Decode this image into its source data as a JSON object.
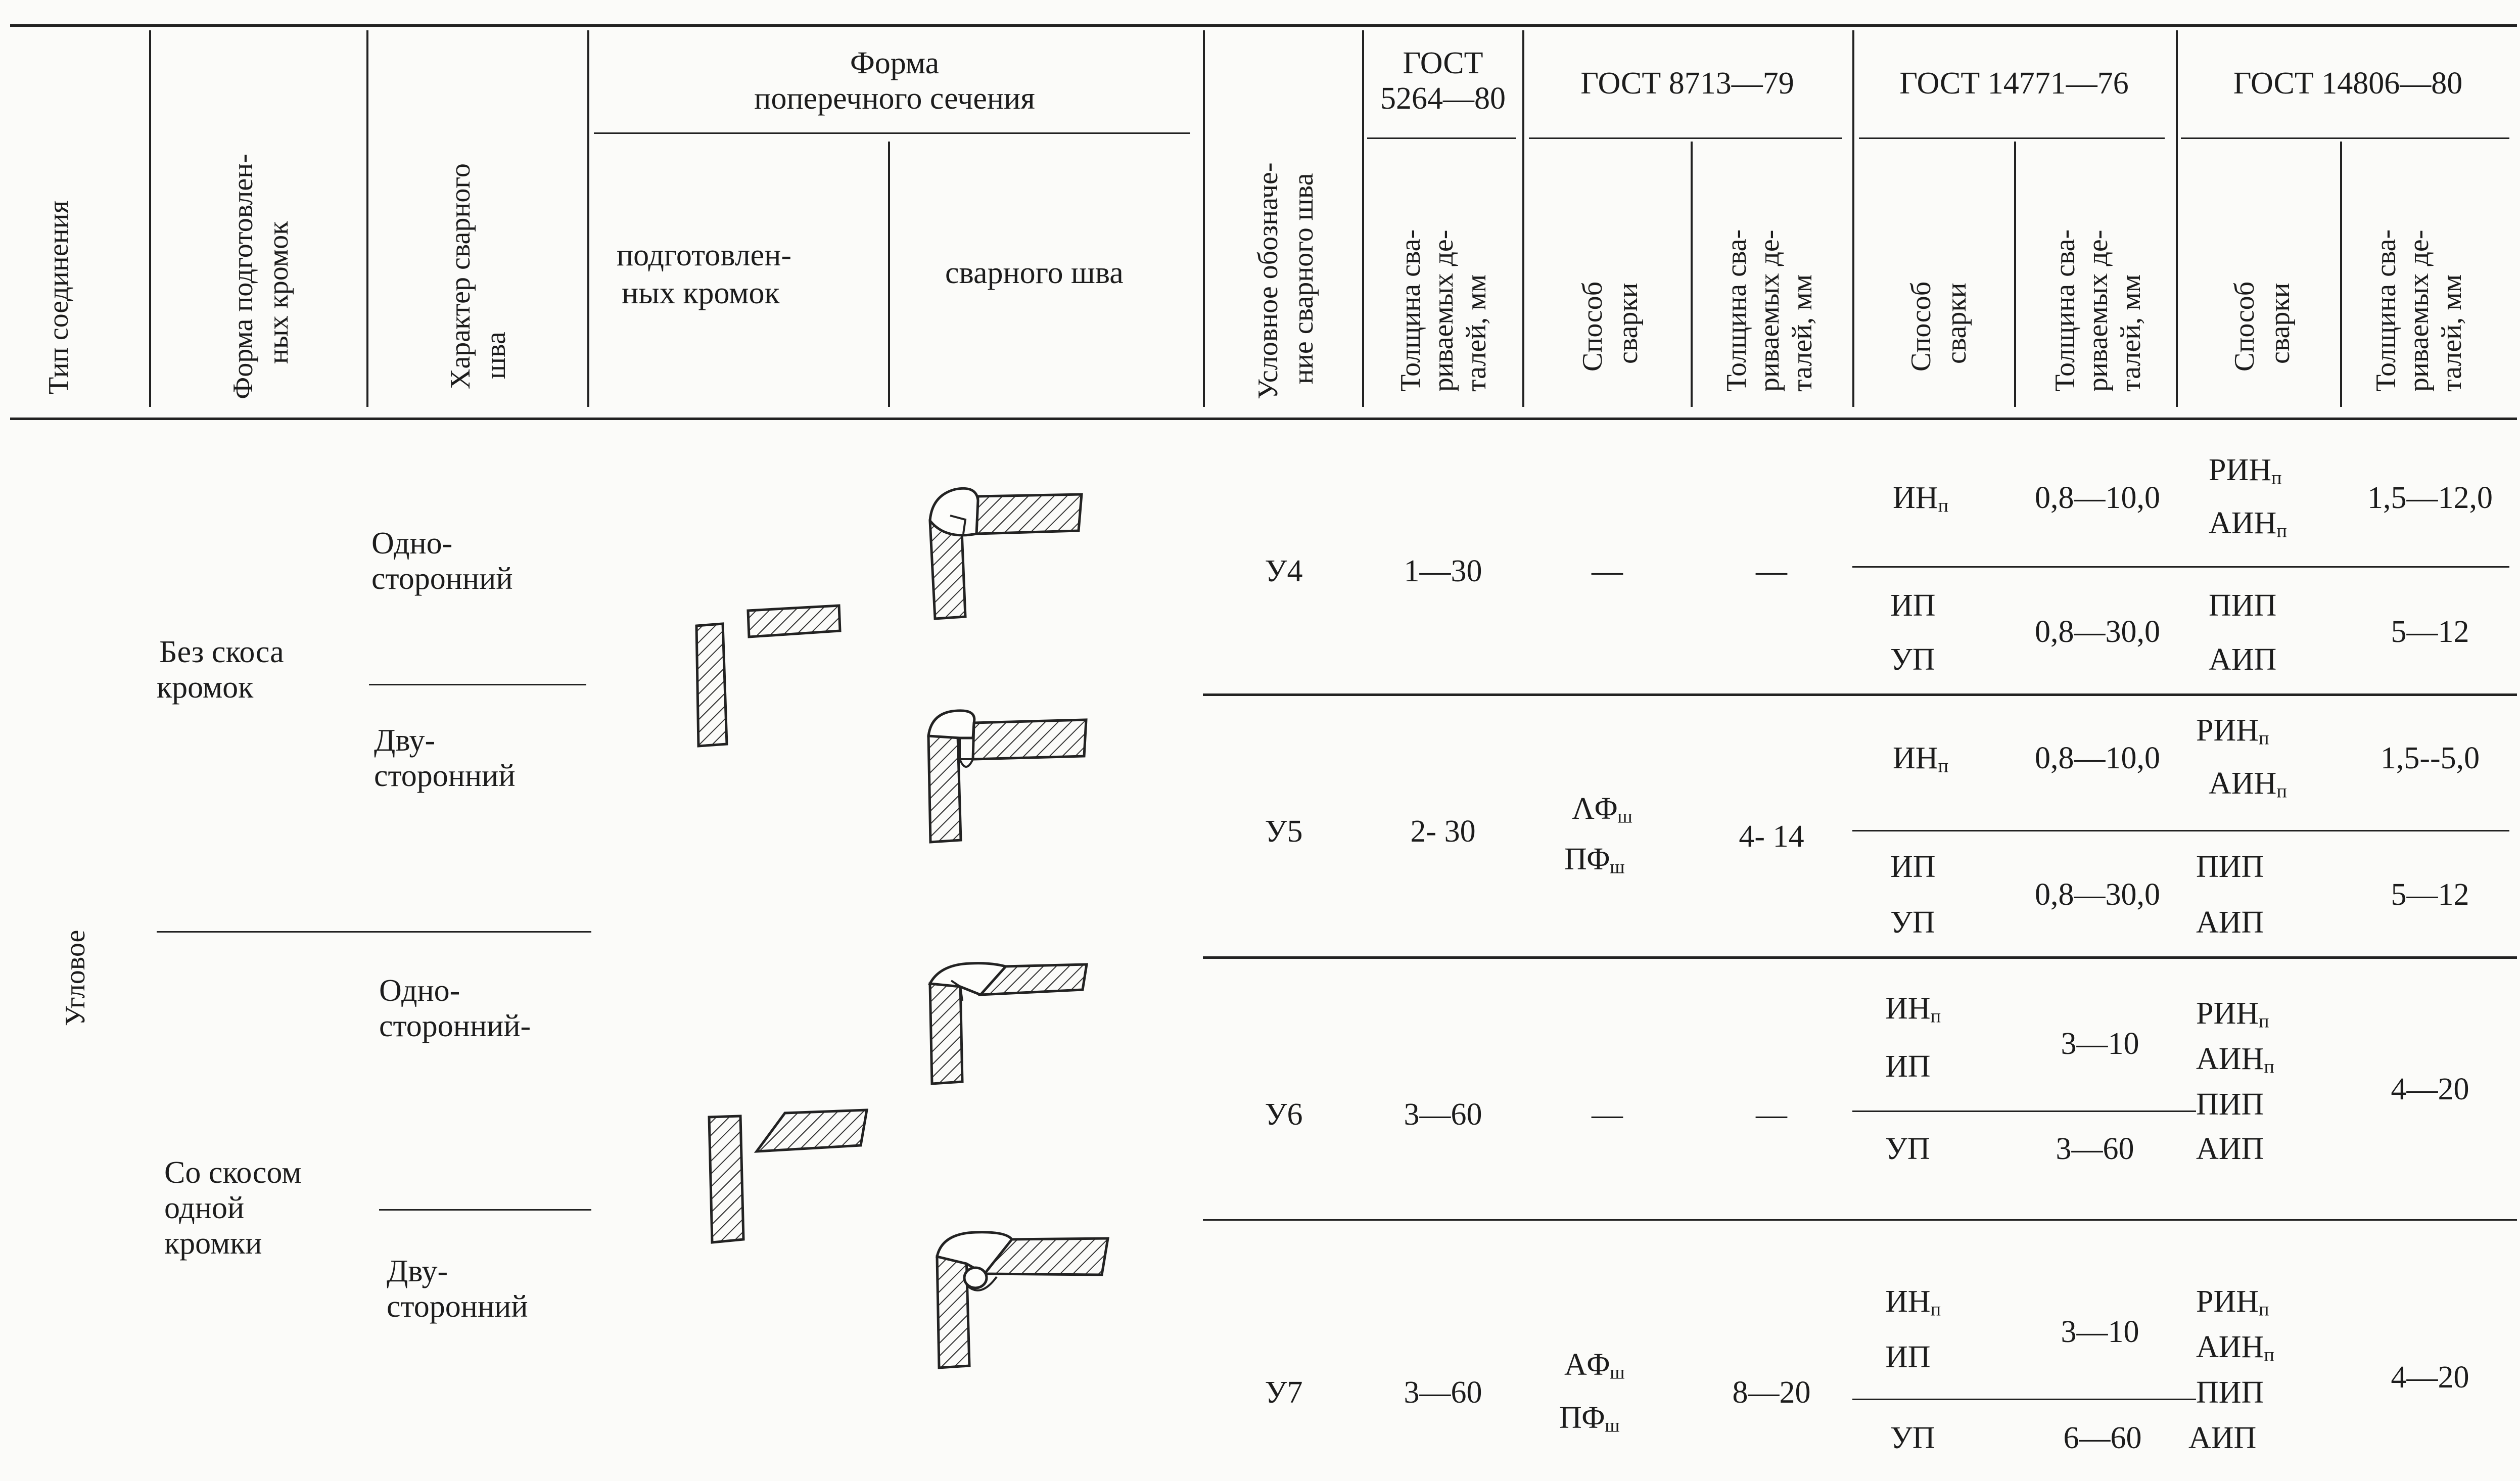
{
  "header": {
    "col_type": "Тип соединения",
    "col_edge_form_l1": "Форма подготовлен-",
    "col_edge_form_l2": "ных кромок",
    "col_weld_char_l1": "Характер сварного",
    "col_weld_char_l2": "шва",
    "col_cross_section_l1": "Форма",
    "col_cross_section_l2": "поперечного сечения",
    "col_prepared_edges_l1": "подготовлен-",
    "col_prepared_edges_l2": "ных кромок",
    "col_weld_seam": "сварного шва",
    "col_designation_l1": "Условное обозначе-",
    "col_designation_l2": "ние сварного шва",
    "gost1_l1": "ГОСТ",
    "gost1_l2": "5264—80",
    "gost2": "ГОСТ 8713—79",
    "gost3": "ГОСТ 14771—76",
    "gost4": "ГОСТ 14806—80",
    "thickness_l1": "Толщина сва-",
    "thickness_l2": "риваемых де-",
    "thickness_l3": "талей, мм",
    "method_l1": "Способ",
    "method_l2": "сварки"
  },
  "body": {
    "joint_type": "Угловое",
    "edge_forms": [
      {
        "l1": "Без скоса",
        "l2": "кромок"
      },
      {
        "l1": "Со скосом",
        "l2": "одной",
        "l3": "кромки"
      }
    ],
    "weld_chars": [
      {
        "l1": "Одно-",
        "l2": "сторонний"
      },
      {
        "l1": "Дву-",
        "l2": "сторонний"
      },
      {
        "l1": "Одно-",
        "l2": "сторонний-"
      },
      {
        "l1": "Дву-",
        "l2": "сторонний"
      }
    ],
    "rows": [
      {
        "designation": "У4",
        "g5264": "1—30",
        "g8713_method": "—",
        "g8713_thk": "—",
        "g14771": [
          {
            "m1": "ИН",
            "m1s": "п",
            "thk": "0,8—10,0"
          },
          {
            "m1": "ИП",
            "m2": "УП",
            "thk": "0,8—30,0"
          }
        ],
        "g14806": [
          {
            "m1": "РИН",
            "m1s": "п",
            "m2": "АИН",
            "m2s": "п",
            "thk": "1,5—12,0"
          },
          {
            "m1": "ПИП",
            "m2": "АИП",
            "thk": "5—12"
          }
        ]
      },
      {
        "designation": "У5",
        "g5264": "2- 30",
        "g8713_m1": "ΛΦ",
        "g8713_m1s": "ш",
        "g8713_m2": "ΠΦ",
        "g8713_m2s": "ш",
        "g8713_thk": "4- 14",
        "g14771": [
          {
            "m1": "ИН",
            "m1s": "п",
            "thk": "0,8—10,0"
          },
          {
            "m1": "ИП",
            "m2": "УП",
            "thk": "0,8—30,0"
          }
        ],
        "g14806": [
          {
            "m1": "РИН",
            "m1s": "п",
            "m2": "АИН",
            "m2s": "п",
            "thk": "1,5--5,0"
          },
          {
            "m1": "ПИП",
            "m2": "АИП",
            "thk": "5—12"
          }
        ]
      },
      {
        "designation": "У6",
        "g5264": "3—60",
        "g8713_method": "—",
        "g8713_thk": "—",
        "g14771": [
          {
            "m1": "ИН",
            "m1s": "п",
            "m2": "ИП",
            "thk": "3—10"
          },
          {
            "m1": "УП",
            "thk": "3—60"
          }
        ],
        "g14806": {
          "m1": "РИН",
          "m1s": "п",
          "m2": "АИН",
          "m2s": "п",
          "m3": "ПИП",
          "m4": "АИП",
          "thk": "4—20"
        }
      },
      {
        "designation": "У7",
        "g5264": "3—60",
        "g8713_m1": "АΦ",
        "g8713_m1s": "ш",
        "g8713_m2": "ΠΦ",
        "g8713_m2s": "ш",
        "g8713_thk": "8—20",
        "g14771": [
          {
            "m1": "ИН",
            "m1s": "п",
            "m2": "ИП",
            "thk": "3—10"
          },
          {
            "m1": "УП",
            "thk": "6—60"
          }
        ],
        "g14806": {
          "m1": "РИН",
          "m1s": "п",
          "m2": "АИН",
          "m2s": "п",
          "m3": "ПИП",
          "m4": "АИП",
          "thk": "4—20"
        }
      }
    ]
  }
}
